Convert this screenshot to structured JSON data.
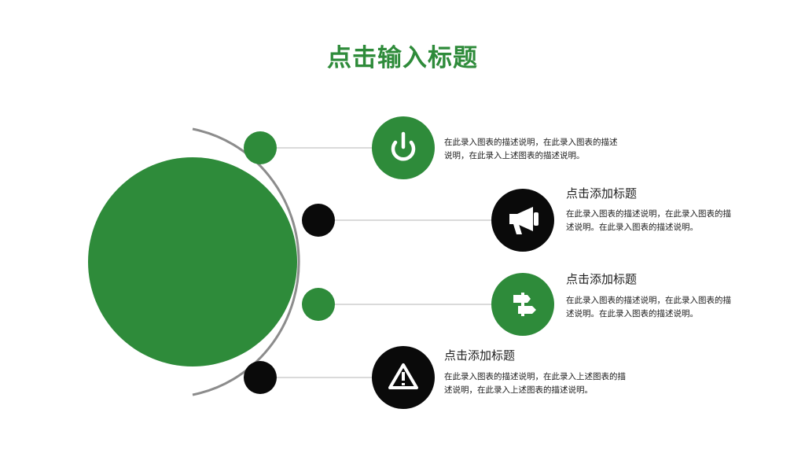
{
  "title": "点击输入标题",
  "colors": {
    "accent": "#2e8b3a",
    "dark": "#0a0a0a",
    "arc": "#8c8c8c",
    "line": "#b4b4b4"
  },
  "items": [
    {
      "icon": "power-icon",
      "color": "accent",
      "title": "",
      "desc": [
        "在此录入图表的描述说明，在此录入图表的描述",
        "说明，在此录入上述图表的描述说明。"
      ]
    },
    {
      "icon": "megaphone-icon",
      "color": "dark",
      "title": "点击添加标题",
      "desc": [
        "在此录入图表的描述说明，在此录入图表的描",
        "述说明。在此录入图表的描述说明。"
      ]
    },
    {
      "icon": "signpost-icon",
      "color": "accent",
      "title": "点击添加标题",
      "desc": [
        "在此录入图表的描述说明，在此录入图表的描",
        "述说明。在此录入图表的描述说明。"
      ]
    },
    {
      "icon": "warning-icon",
      "color": "dark",
      "title": "点击添加标题",
      "desc": [
        "在此录入图表的描述说明，在此录入上述图表的描",
        "述说明，在此录入上述图表的描述说明。"
      ]
    }
  ]
}
